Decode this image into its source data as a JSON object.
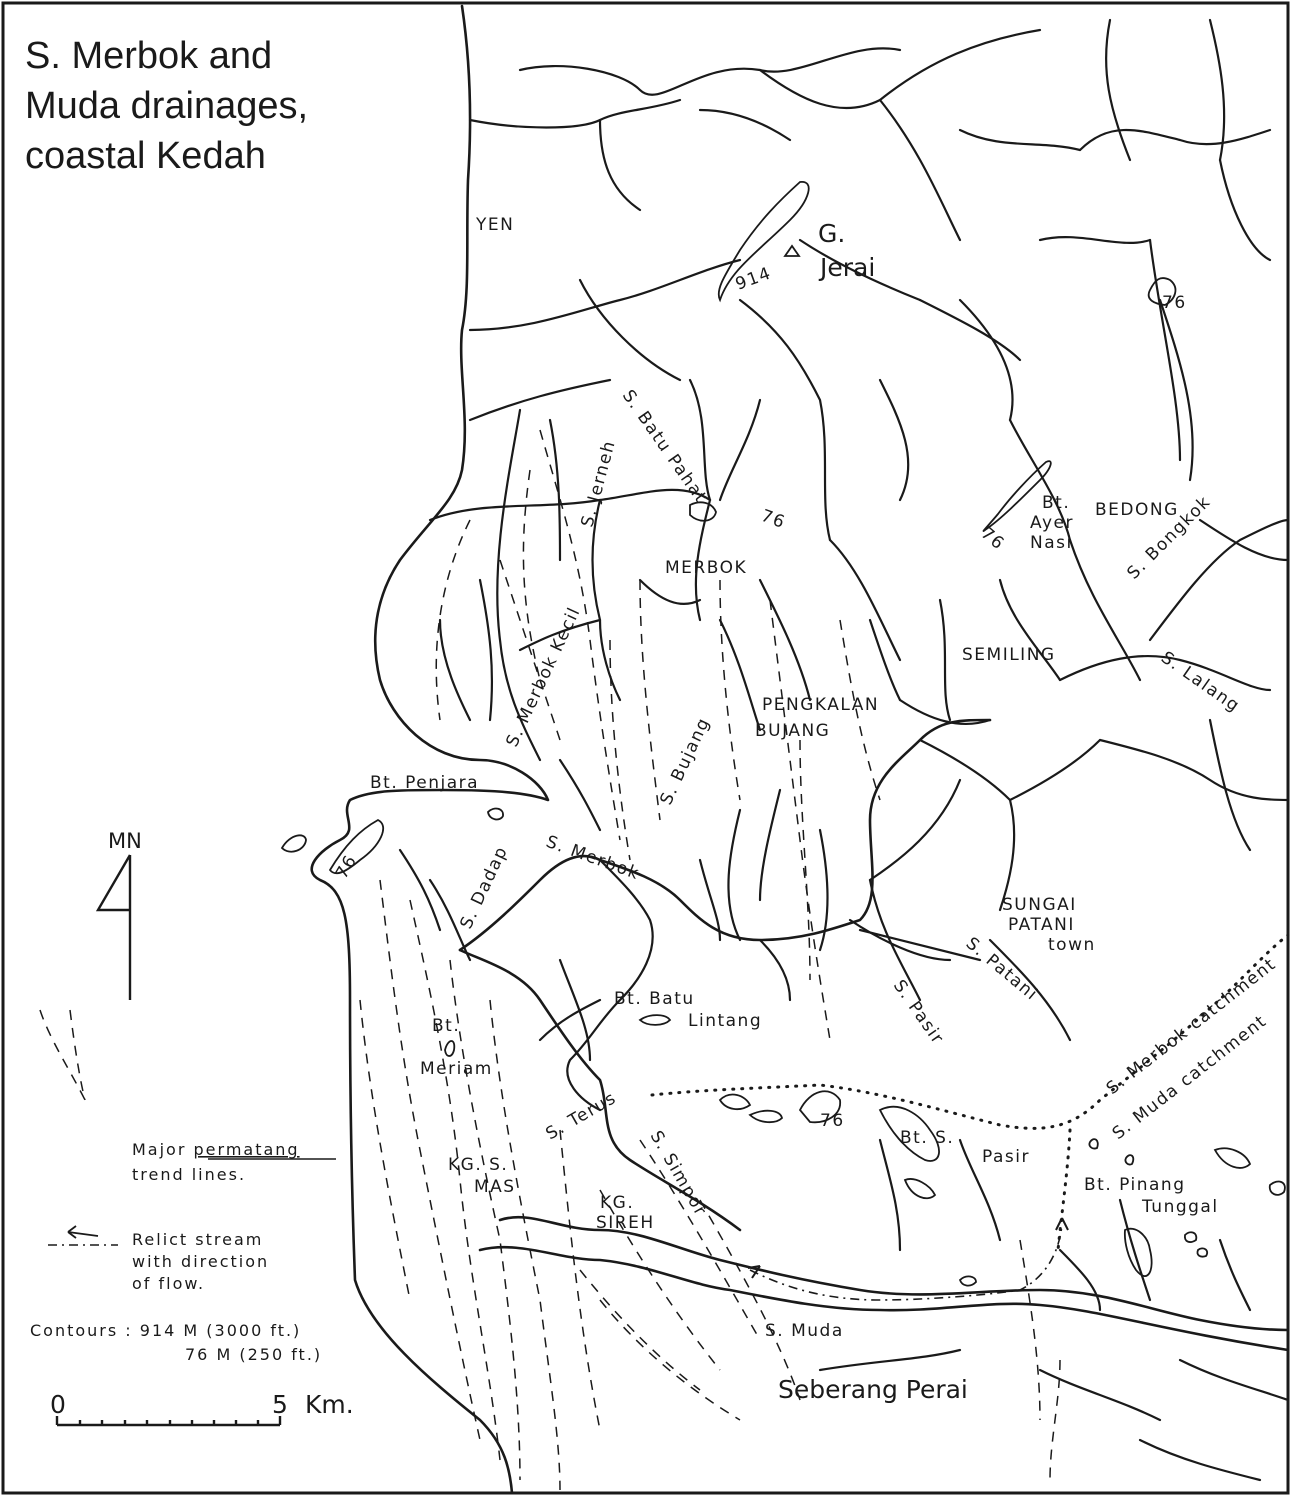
{
  "title": {
    "line1": "S. Merbok and",
    "line2": "Muda drainages,",
    "line3": "coastal Kedah"
  },
  "north_arrow": {
    "label": "MN"
  },
  "legend": {
    "permatang_prefix": "Major ",
    "permatang_word": "permatang",
    "permatang_line2": "trend lines.",
    "relict_line1": "Relict stream",
    "relict_line2": "with direction",
    "relict_line3": "of flow.",
    "contours_line1": "Contours : 914 M (3000 ft.)",
    "contours_line2": "76 M (250 ft.)"
  },
  "scale_bar": {
    "start": "0",
    "end": "5",
    "unit": "Km."
  },
  "labels": {
    "yen": "YEN",
    "g": "G.",
    "jerai": "Jerai",
    "c914": "914",
    "c76_ne": "76",
    "s_batu_pahat": "S. Batu Pahat",
    "s_jerneh": "S. Jerneh",
    "c76_mid": "76",
    "merbok": "MERBOK",
    "bt": "Bt.",
    "ayer": "Ayer",
    "nasi": "Nasi",
    "c76_ayer": "76",
    "bedong": "BEDONG",
    "s_bongkok": "S. Bongkok",
    "semiling": "SEMILING",
    "s_lalang": "S. Lalang",
    "pengkalan": "PENGKALAN",
    "bujang": "BUJANG",
    "s_merbok_kecil": "S. Merbok Kecil",
    "s_bujang": "S. Bujang",
    "bt_penjara": "Bt. Penjara",
    "c76_west": "76",
    "s_merbok": "S. Merbok",
    "s_dadap": "S. Dadap",
    "sungai": "SUNGAI",
    "patani": "PATANI",
    "town": "town",
    "s_patani": "S. Patani",
    "s_pasir": "S. Pasir",
    "merbok_catchment": "S. Merbok catchment",
    "muda_catchment": "S. Muda catchment",
    "bt_batu": "Bt. Batu",
    "lintang": "Lintang",
    "bt_meriam_1": "Bt.",
    "bt_meriam_2": "Meriam",
    "c76_south": "76",
    "bt_s": "Bt. S.",
    "pasir": "Pasir",
    "s_terus": "S. Terus",
    "s_simpor": "S. Simpor",
    "kg_s": "KG. S.",
    "mas": "MAS",
    "kg": "KG.",
    "sireh": "SIREH",
    "bt_pinang": "Bt. Pinang",
    "tunggal": "Tunggal",
    "s_muda": "S. Muda",
    "seberang_perai": "Seberang Perai"
  }
}
